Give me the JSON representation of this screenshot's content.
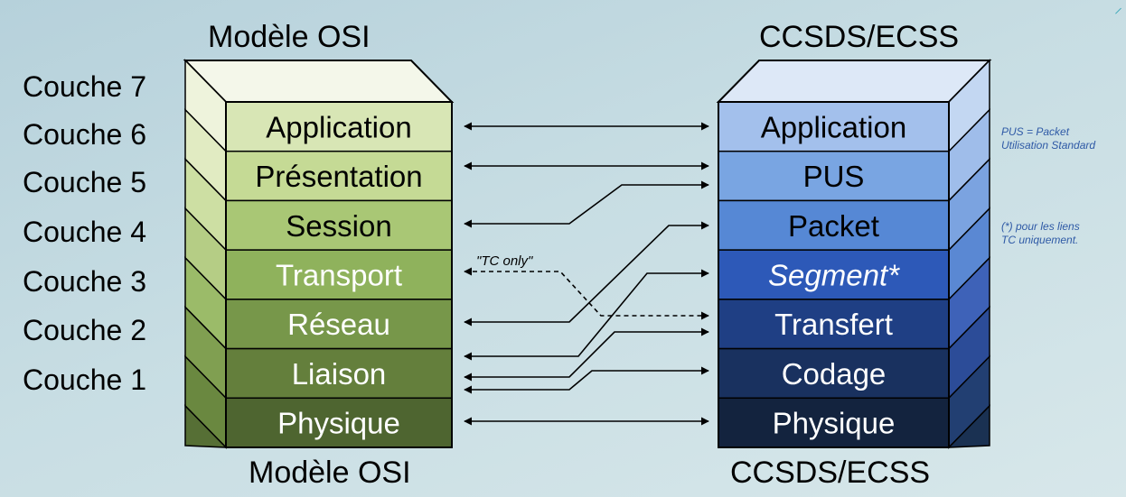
{
  "titles": {
    "osi_top": "Modèle OSI",
    "osi_bottom": "Modèle OSI",
    "ccsds_top": "CCSDS/ECSS",
    "ccsds_bottom": "CCSDS/ECSS"
  },
  "couches": [
    "Couche 7",
    "Couche 6",
    "Couche 5",
    "Couche 4",
    "Couche 3",
    "Couche 2",
    "Couche 1"
  ],
  "osi_layers": [
    {
      "label": "Application",
      "color": "#d8e6b5",
      "text_color": "#000000"
    },
    {
      "label": "Présentation",
      "color": "#c5da95",
      "text_color": "#000000"
    },
    {
      "label": "Session",
      "color": "#a9c775",
      "text_color": "#000000"
    },
    {
      "label": "Transport",
      "color": "#8fb25c",
      "text_color": "#ffffff"
    },
    {
      "label": "Réseau",
      "color": "#77974a",
      "text_color": "#ffffff"
    },
    {
      "label": "Liaison",
      "color": "#647f3c",
      "text_color": "#ffffff"
    },
    {
      "label": "Physique",
      "color": "#4e6530",
      "text_color": "#ffffff"
    }
  ],
  "osi_side_colors": [
    "#eef3dc",
    "#e1ebc2",
    "#cddfa3",
    "#b5cd85",
    "#9bbb69",
    "#809f51",
    "#6a8840",
    "#566f35"
  ],
  "ccsds_layers": [
    {
      "label": "Application",
      "color": "#a3c0ec",
      "text_color": "#000000",
      "italic": false
    },
    {
      "label": "PUS",
      "color": "#79a5e2",
      "text_color": "#000000",
      "italic": false
    },
    {
      "label": "Packet",
      "color": "#5688d5",
      "text_color": "#000000",
      "italic": false
    },
    {
      "label": "Segment*",
      "color": "#2d59b8",
      "text_color": "#ffffff",
      "italic": true
    },
    {
      "label": "Transfert",
      "color": "#1f3f84",
      "text_color": "#ffffff",
      "italic": false
    },
    {
      "label": "Codage",
      "color": "#19315f",
      "text_color": "#ffffff",
      "italic": false
    },
    {
      "label": "Physique",
      "color": "#13233e",
      "text_color": "#ffffff",
      "italic": false
    }
  ],
  "ccsds_side_colors": [
    "#c3d7f2",
    "#9fbdea",
    "#7ba3e0",
    "#5a88d3",
    "#3e62b8",
    "#2c4c98",
    "#223f72",
    "#1a3152"
  ],
  "tc_only_label": "\"TC only\"",
  "notes": {
    "pus": [
      "PUS = Packet",
      "Utilisation Standard"
    ],
    "tc": [
      "(*) pour les liens",
      "TC uniquement."
    ]
  }
}
